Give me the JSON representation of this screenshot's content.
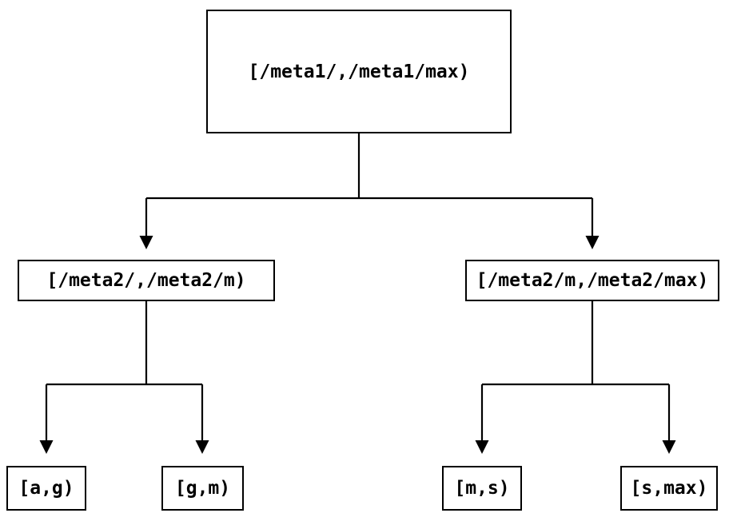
{
  "diagram": {
    "type": "tree",
    "background_color": "#ffffff",
    "line_color": "#000000",
    "node_fill_color": "#ffffff",
    "node_border_color": "#000000",
    "nodes": {
      "root": {
        "label": "[/meta1/,/meta1/max)",
        "level": 0
      },
      "meta2_low": {
        "label": "[/meta2/,/meta2/m)",
        "level": 1,
        "parent": "root"
      },
      "meta2_high": {
        "label": "[/meta2/m,/meta2/max)",
        "level": 1,
        "parent": "root"
      },
      "leaf_ag": {
        "label": "[a,g)",
        "level": 2,
        "parent": "meta2_low"
      },
      "leaf_gm": {
        "label": "[g,m)",
        "level": 2,
        "parent": "meta2_low"
      },
      "leaf_ms": {
        "label": "[m,s)",
        "level": 2,
        "parent": "meta2_high"
      },
      "leaf_smax": {
        "label": "[s,max)",
        "level": 2,
        "parent": "meta2_high"
      }
    }
  }
}
